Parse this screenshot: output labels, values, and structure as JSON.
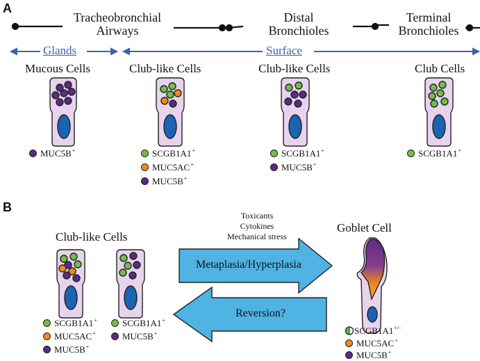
{
  "colors": {
    "green": "#6fbe45",
    "purple": "#5b2a86",
    "orange": "#ef8a1e",
    "cell_body": "#e7d4ec",
    "nucleus": "#1b63b3",
    "arrow_fill": "#4fb3e3",
    "blue_text": "#3a62b0"
  },
  "panel_a": {
    "letter": "A",
    "regions": {
      "tracheobronchial": [
        "Tracheobronchial",
        "Airways"
      ],
      "distal": [
        "Distal",
        "Bronchioles"
      ],
      "terminal": [
        "Terminal",
        "Bronchioles"
      ]
    },
    "glands_label": "Glands",
    "surface_label": "Surface",
    "cells": [
      {
        "title": "Mucous Cells",
        "legend": [
          {
            "color": "purple",
            "marker": "MUC5B",
            "sup": "+"
          }
        ]
      },
      {
        "title": "Club-like Cells",
        "legend": [
          {
            "color": "green",
            "marker": "SCGB1A1",
            "sup": "+"
          },
          {
            "color": "orange",
            "marker": "MUC5AC",
            "sup": "+"
          },
          {
            "color": "purple",
            "marker": "MUC5B",
            "sup": "+"
          }
        ]
      },
      {
        "title": "Club-like Cells",
        "legend": [
          {
            "color": "green",
            "marker": "SCGB1A1",
            "sup": "+"
          },
          {
            "color": "purple",
            "marker": "MUC5B",
            "sup": "+"
          }
        ]
      },
      {
        "title": "Club Cells",
        "legend": [
          {
            "color": "green",
            "marker": "SCGB1A1",
            "sup": "+"
          }
        ]
      }
    ]
  },
  "panel_b": {
    "letter": "B",
    "club_title": "Club-like Cells",
    "legend_left": [
      {
        "color": "green",
        "marker": "SCGB1A1",
        "sup": "+"
      },
      {
        "color": "orange",
        "marker": "MUC5AC",
        "sup": "+"
      },
      {
        "color": "purple",
        "marker": "MUC5B",
        "sup": "+"
      }
    ],
    "legend_right": [
      {
        "color": "green",
        "marker": "SCGB1A1",
        "sup": "+"
      },
      {
        "color": "purple",
        "marker": "MUC5B",
        "sup": "+"
      }
    ],
    "stimuli": [
      "Toxicants",
      "Cytokines",
      "Mechanical stress"
    ],
    "forward_label": "Metaplasia/Hyperplasia",
    "reverse_label": "Reversion?",
    "goblet_title": "Goblet Cell",
    "goblet_legend": [
      {
        "color": "half-green",
        "marker": "SCGB1A1",
        "sup": "+/-"
      },
      {
        "color": "orange",
        "marker": "MUC5AC",
        "sup": "+"
      },
      {
        "color": "purple",
        "marker": "MUC5B",
        "sup": "+"
      }
    ]
  }
}
